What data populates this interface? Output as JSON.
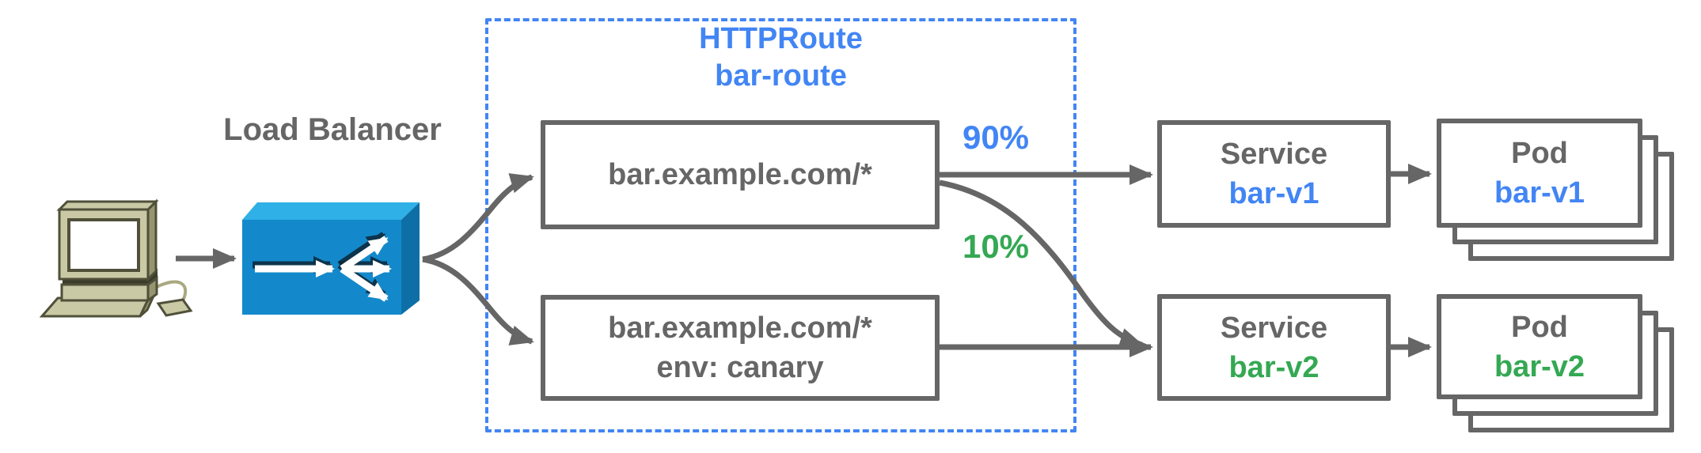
{
  "colors": {
    "blue": "#4285F4",
    "green": "#34A853",
    "gray": "#666666",
    "lb_front": "#1389CB",
    "lb_top": "#2FB0E6",
    "lb_side": "#0D6FA6"
  },
  "load_balancer": {
    "label": "Load Balancer"
  },
  "httproute": {
    "title": "HTTPRoute",
    "name": "bar-route",
    "rule1_match": "bar.example.com/*",
    "rule2_match": "bar.example.com/*",
    "rule2_header": "env: canary"
  },
  "weights": {
    "v1": "90%",
    "v2": "10%"
  },
  "service_v1": {
    "kind": "Service",
    "name": "bar-v1"
  },
  "service_v2": {
    "kind": "Service",
    "name": "bar-v2"
  },
  "pod_v1": {
    "kind": "Pod",
    "name": "bar-v1"
  },
  "pod_v2": {
    "kind": "Pod",
    "name": "bar-v2"
  }
}
